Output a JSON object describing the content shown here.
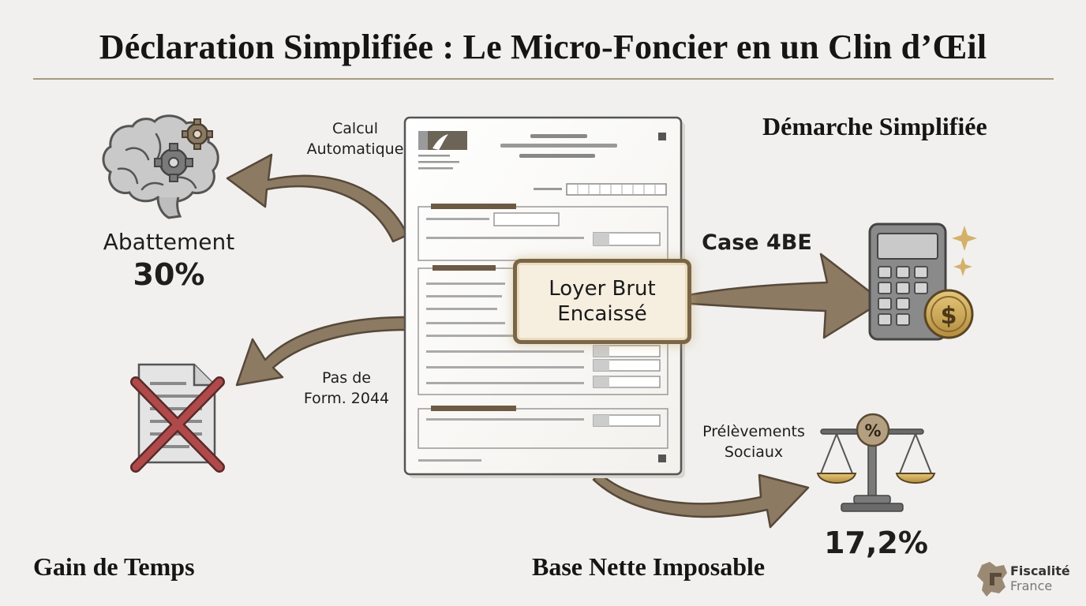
{
  "title": "Déclaration Simplifiée : Le Micro-Foncier en un Clin d’Œil",
  "headings": {
    "demarche": "Démarche Simplifiée",
    "gain": "Gain de Temps",
    "base": "Base Nette Imposable"
  },
  "labels": {
    "calcul_1": "Calcul",
    "calcul_2": "Automatique",
    "abattement": "Abattement",
    "abattement_value": "30%",
    "pas_de_1": "Pas de",
    "pas_de_2": "Form. 2044",
    "case": "Case 4BE",
    "prelevements_1": "Prélèvements",
    "prelevements_2": "Sociaux",
    "prelevements_value": "17,2%"
  },
  "highlight": {
    "line1": "Loyer Brut",
    "line2": "Encaissé"
  },
  "logo": {
    "line1": "Fiscalité",
    "line2": "France"
  },
  "colors": {
    "arrow": "#8c7a62",
    "arrow_stroke": "#57493a",
    "highlight_border": "#7a6646",
    "cross": "#a3383a",
    "gold": "#c6a55c",
    "rule": "#a89a82"
  },
  "icons": [
    "brain-gears-icon",
    "crossed-document-icon",
    "calculator-coin-icon",
    "scale-percent-icon",
    "france-map-icon"
  ]
}
